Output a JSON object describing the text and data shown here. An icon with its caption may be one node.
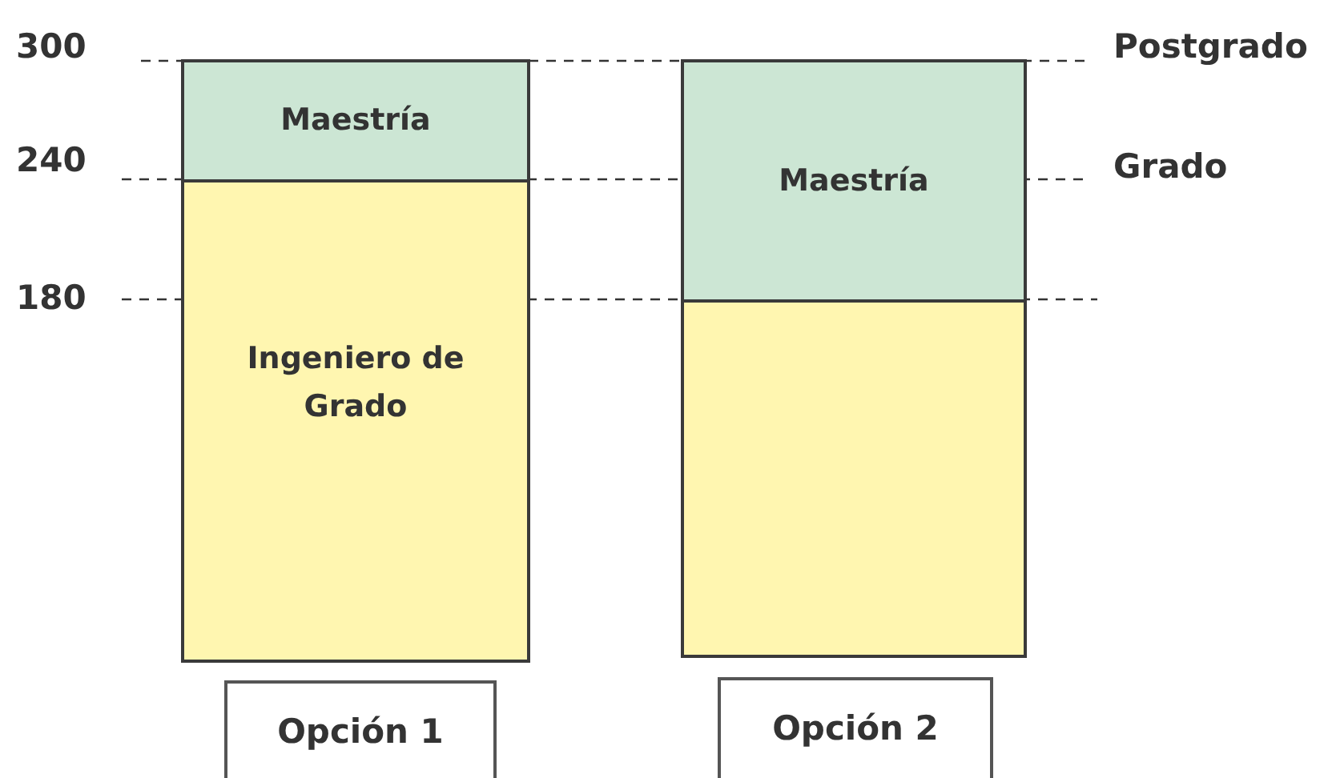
{
  "diagram": {
    "nodes": [
      {
        "text": [
          "Maestría"
        ]
      },
      {
        "text": [
          "Ingeniero de Grado"
        ]
      },
      {
        "text": [
          "Maestría"
        ]
      },
      {
        "text": [],
        "shape": "box"
      },
      {
        "text": [
          "Opción 1"
        ]
      },
      {
        "text": [
          "Opción 2"
        ]
      }
    ],
    "labels": [
      "300",
      "Postgrado",
      "240",
      "Grado",
      "180"
    ]
  }
}
